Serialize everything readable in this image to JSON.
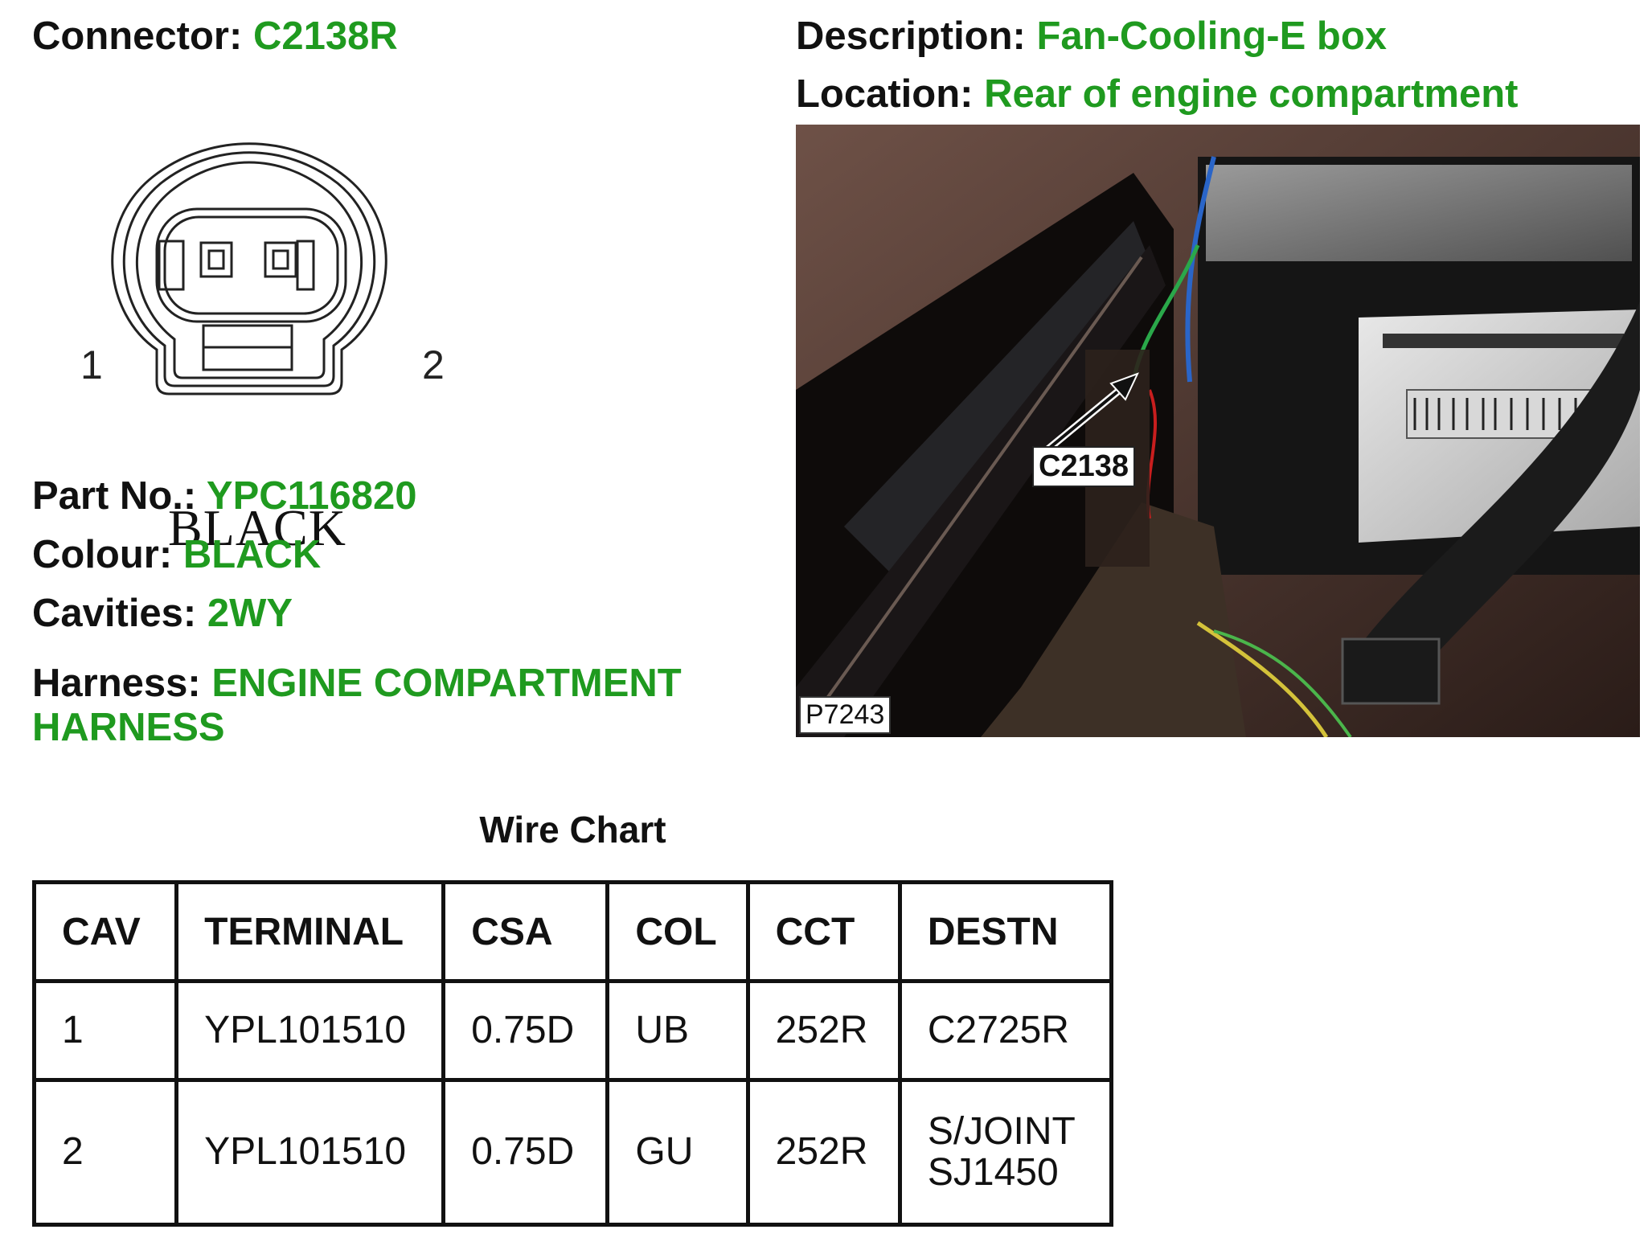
{
  "connector": {
    "label": "Connector:",
    "value": "C2138R"
  },
  "description": {
    "label": "Description:",
    "value": "Fan-Cooling-E box"
  },
  "location": {
    "label": "Location:",
    "value": "Rear of engine compartment"
  },
  "diagram": {
    "cavity_1": "1",
    "cavity_2": "2",
    "colour_label": "BLACK"
  },
  "photo": {
    "callout": "C2138",
    "reference": "P7243"
  },
  "part_no": {
    "label": "Part No.:",
    "value": "YPC116820"
  },
  "colour": {
    "label": "Colour:",
    "value": "BLACK"
  },
  "cavities": {
    "label": "Cavities:",
    "value": "2WY"
  },
  "harness": {
    "label": "Harness:",
    "value": "ENGINE COMPARTMENT HARNESS"
  },
  "wire_chart": {
    "title": "Wire Chart",
    "headers": [
      "CAV",
      "TERMINAL",
      "CSA",
      "COL",
      "CCT",
      "DESTN"
    ],
    "rows": [
      [
        "1",
        "YPL101510",
        "0.75D",
        "UB",
        "252R",
        "C2725R"
      ],
      [
        "2",
        "YPL101510",
        "0.75D",
        "GU",
        "252R",
        "S/JOINT SJ1450"
      ]
    ]
  },
  "colors": {
    "value_green": "#1f9a1f",
    "text": "#111111"
  }
}
